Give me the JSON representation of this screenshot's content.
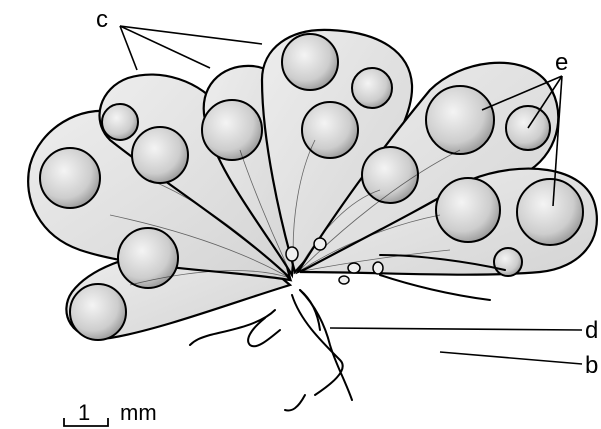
{
  "labels": {
    "c": "c",
    "e": "e",
    "d": "d",
    "b": "b"
  },
  "scale_bar": {
    "value": "1",
    "unit": "mm"
  },
  "colors": {
    "ink": "#000000",
    "capsule_fill": "#e6e6e6",
    "egg_fill": "#cfcfcf",
    "background": "#ffffff"
  }
}
